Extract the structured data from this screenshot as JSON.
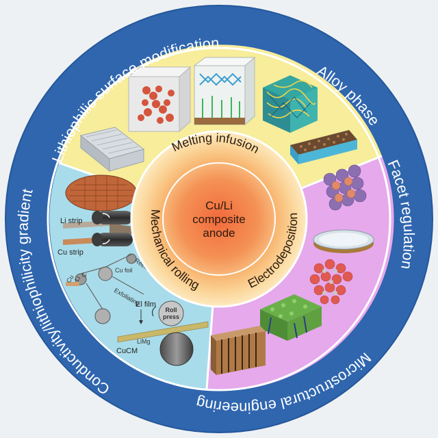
{
  "outer_labels": {
    "lithiophilic": "Lithiophilic surface modification",
    "alloy": "Alloy phase",
    "facet": "Facet regulation",
    "micro": "Microstructural engineering",
    "gradient": "Conductivity/lithiophilicity gradient"
  },
  "ring_labels": {
    "melting": "Melting infusion",
    "mechanical": "Mechanical rolling",
    "electro": "Electrodeposition"
  },
  "center": {
    "line1": "Cu/Li",
    "line2": "composite",
    "line3": "anode"
  },
  "rolling_labels": {
    "li_strip": "Li strip",
    "cu_strip": "Cu strip",
    "reeling": "Reeling",
    "cu_foil": "Cu foil",
    "exfoliating": "Exfoliating",
    "el_film": "El film",
    "roll_press": "Roll press",
    "limg": "LiMg",
    "cucm": "CuCM",
    "li": "Li",
    "cu": "Cu",
    "c": "C"
  },
  "colors": {
    "outer_ring": "#2f66ae",
    "yellow_sector": "#f7ed9a",
    "blue_sector": "#a9dcea",
    "purple_sector": "#e6a9ec",
    "ring_gradient_inner": "#f49a4c",
    "ring_gradient_outer": "#fce2b0",
    "center_fill": "#f07f45"
  }
}
